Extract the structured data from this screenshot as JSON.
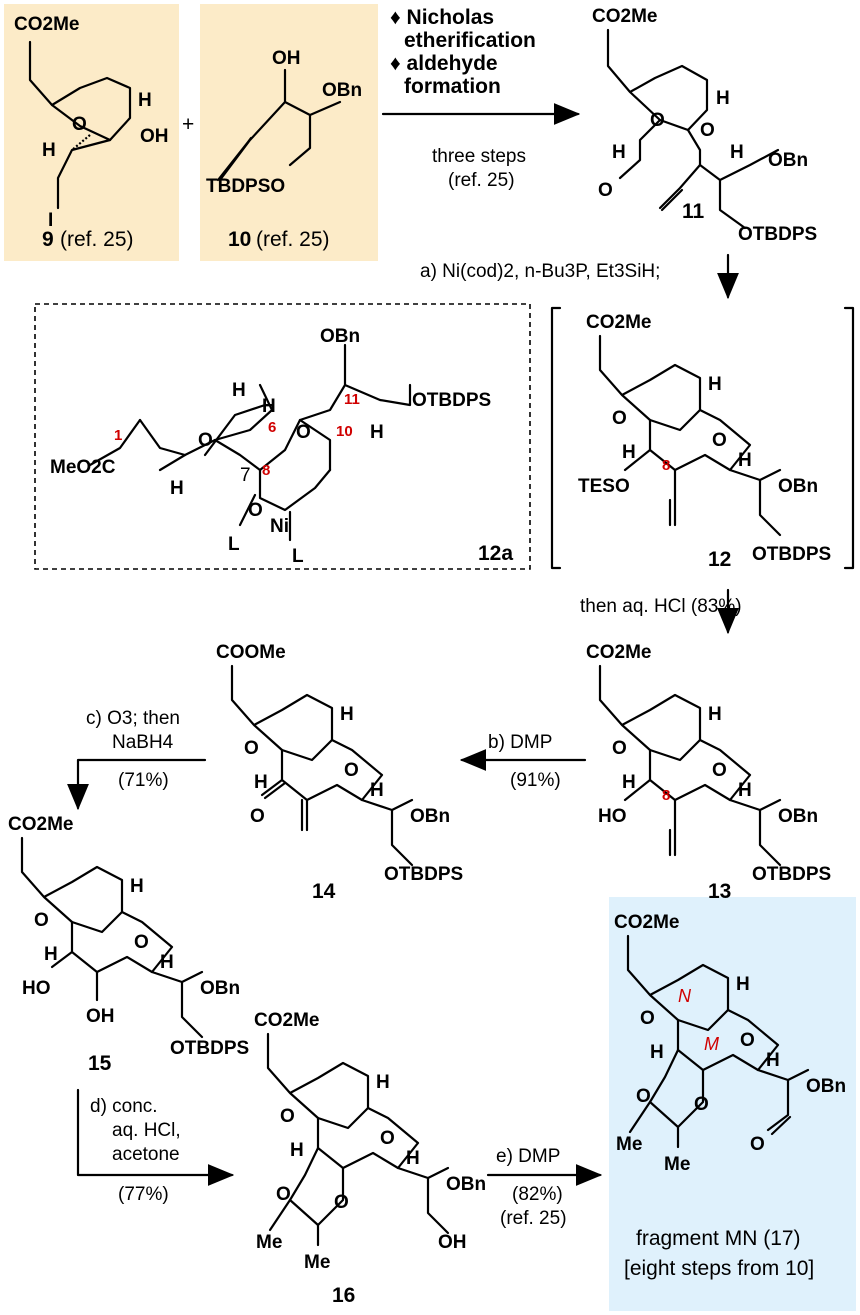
{
  "compounds": {
    "c9": {
      "ester": "CO2Me",
      "iodo": "I",
      "oh": "OH",
      "o": "O",
      "h1": "H",
      "h2": "H",
      "num": "9",
      "ref": "(ref. 25)"
    },
    "c10": {
      "oh": "OH",
      "obn": "OBn",
      "otbdps": "TBDPSO",
      "num": "10",
      "ref": "(ref. 25)"
    },
    "c11": {
      "ester": "CO2Me",
      "o1": "O",
      "o2": "O",
      "o3": "O",
      "h1": "H",
      "h2": "H",
      "h3": "H",
      "obn": "OBn",
      "otbdps": "OTBDPS",
      "num": "11"
    },
    "c12a": {
      "ester": "MeO2C",
      "obn": "OBn",
      "otbdps": "OTBDPS",
      "o1": "O",
      "o2": "O",
      "o3": "O",
      "ni": "Ni",
      "l1": "L",
      "l2": "L",
      "h1": "H",
      "h2": "H",
      "h3": "H",
      "h4": "H",
      "n1": "1",
      "n6": "6",
      "n7": "7",
      "n8": "8",
      "n10": "10",
      "n11": "11",
      "num": "12a"
    },
    "c12": {
      "ester": "CO2Me",
      "tes": "TESO",
      "obn": "OBn",
      "otbdps": "OTBDPS",
      "o1": "O",
      "o2": "O",
      "h1": "H",
      "h2": "H",
      "h3": "H",
      "n8": "8",
      "num": "12"
    },
    "c13": {
      "ester": "CO2Me",
      "ho": "HO",
      "obn": "OBn",
      "otbdps": "OTBDPS",
      "o1": "O",
      "o2": "O",
      "h1": "H",
      "h2": "H",
      "h3": "H",
      "n8": "8",
      "num": "13"
    },
    "c14": {
      "ester": "COOMe",
      "ketone": "O",
      "obn": "OBn",
      "otbdps": "OTBDPS",
      "o1": "O",
      "o2": "O",
      "h1": "H",
      "h2": "H",
      "h3": "H",
      "num": "14"
    },
    "c15": {
      "ester": "CO2Me",
      "ho1": "HO",
      "oh2": "OH",
      "obn": "OBn",
      "otbdps": "OTBDPS",
      "o1": "O",
      "o2": "O",
      "h1": "H",
      "h2": "H",
      "h3": "H",
      "num": "15"
    },
    "c16": {
      "ester": "CO2Me",
      "obn": "OBn",
      "oh": "OH",
      "me1": "Me",
      "me2": "Me",
      "o1": "O",
      "o2": "O",
      "o3": "O",
      "o4": "O",
      "h1": "H",
      "h2": "H",
      "h3": "H",
      "num": "16"
    },
    "c17": {
      "ester": "CO2Me",
      "obn": "OBn",
      "ald": "O",
      "me1": "Me",
      "me2": "Me",
      "o1": "O",
      "o2": "O",
      "o3": "O",
      "o4": "O",
      "h1": "H",
      "h2": "H",
      "h3": "H",
      "ringN": "N",
      "ringM": "M",
      "caption1": "fragment MN (17)",
      "caption2": "[eight steps from 10]"
    }
  },
  "plus": "+",
  "steps": {
    "top_a": "♦ Nicholas",
    "top_b": "etherification",
    "top_c": "♦ aldehyde",
    "top_d": "formation",
    "top_e": "three steps",
    "top_f": "(ref. 25)",
    "a": "a) Ni(cod)2, n-Bu3P, Et3SiH;",
    "a2": "then aq. HCl (83%)",
    "b": "b) DMP",
    "b2": "(91%)",
    "c": "c) O3; then",
    "c2": "NaBH4",
    "c3": "(71%)",
    "d": "d) conc.",
    "d2": "aq. HCl,",
    "d3": "acetone",
    "d4": "(77%)",
    "e": "e) DMP",
    "e2": "(82%)",
    "e3": "(ref. 25)"
  },
  "colors": {
    "box_start": "#fcebc8",
    "box_product": "#dff1fc",
    "locant_red": "#d00000"
  }
}
